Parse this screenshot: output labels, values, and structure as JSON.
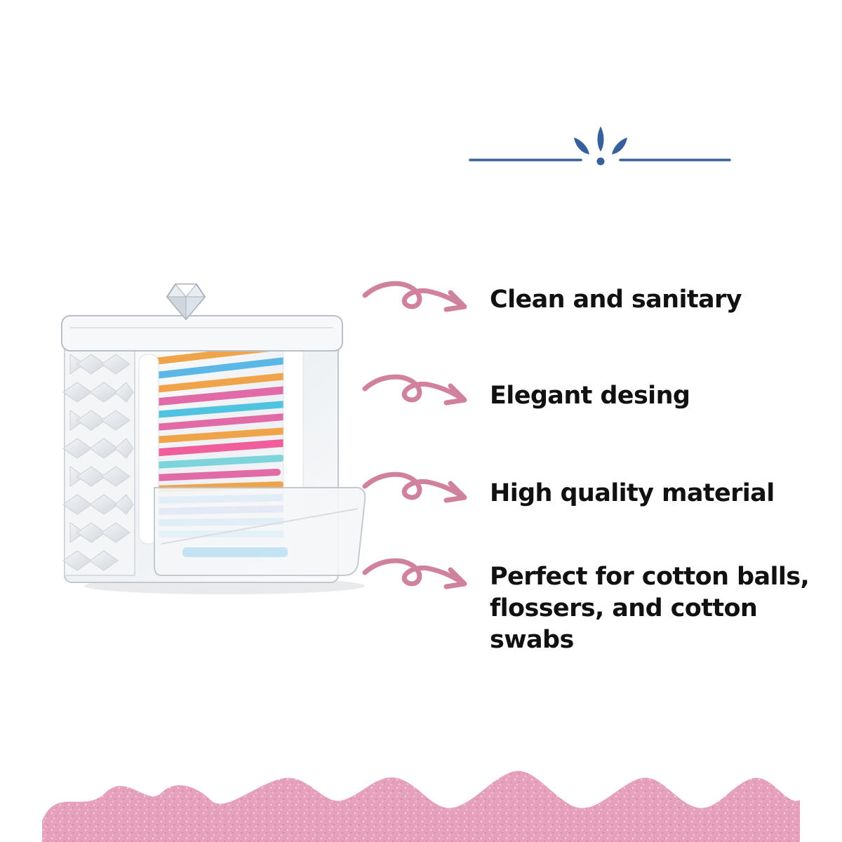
{
  "colors": {
    "background": "#ffffff",
    "accent_blue": "#35609b",
    "arrow_pink": "#d0819e",
    "glitter_pink": "#e6a1bc",
    "text": "#111111"
  },
  "icons": {
    "ornament": "flourish-divider-icon",
    "arrow": "curly-arrow-icon"
  },
  "features": [
    {
      "label": "Clean and sanitary"
    },
    {
      "label": "Elegant desing"
    },
    {
      "label": "High quality material"
    },
    {
      "label": "Perfect for cotton balls, flossers, and cotton swabs"
    }
  ]
}
